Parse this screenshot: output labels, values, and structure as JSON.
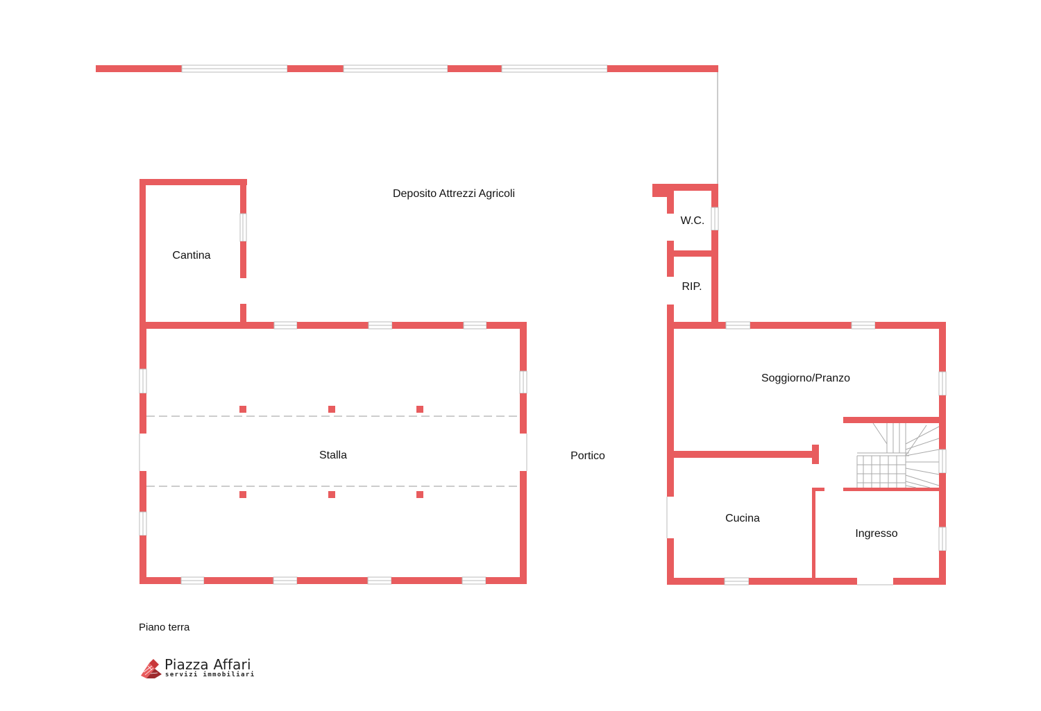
{
  "floor_label": "Piano terra",
  "rooms": {
    "deposito": "Deposito Attrezzi Agricoli",
    "cantina": "Cantina",
    "stalla": "Stalla",
    "portico": "Portico",
    "wc": "W.C.",
    "rip": "RIP.",
    "soggiorno": "Soggiorno/Pranzo",
    "cucina": "Cucina",
    "ingresso": "Ingresso"
  },
  "logo": {
    "name": "Piazza Affari",
    "tagline": "servizi immobiliari"
  },
  "colors": {
    "wall": "#e85c5e",
    "opening": "#bbbbbb",
    "text": "#111111"
  }
}
